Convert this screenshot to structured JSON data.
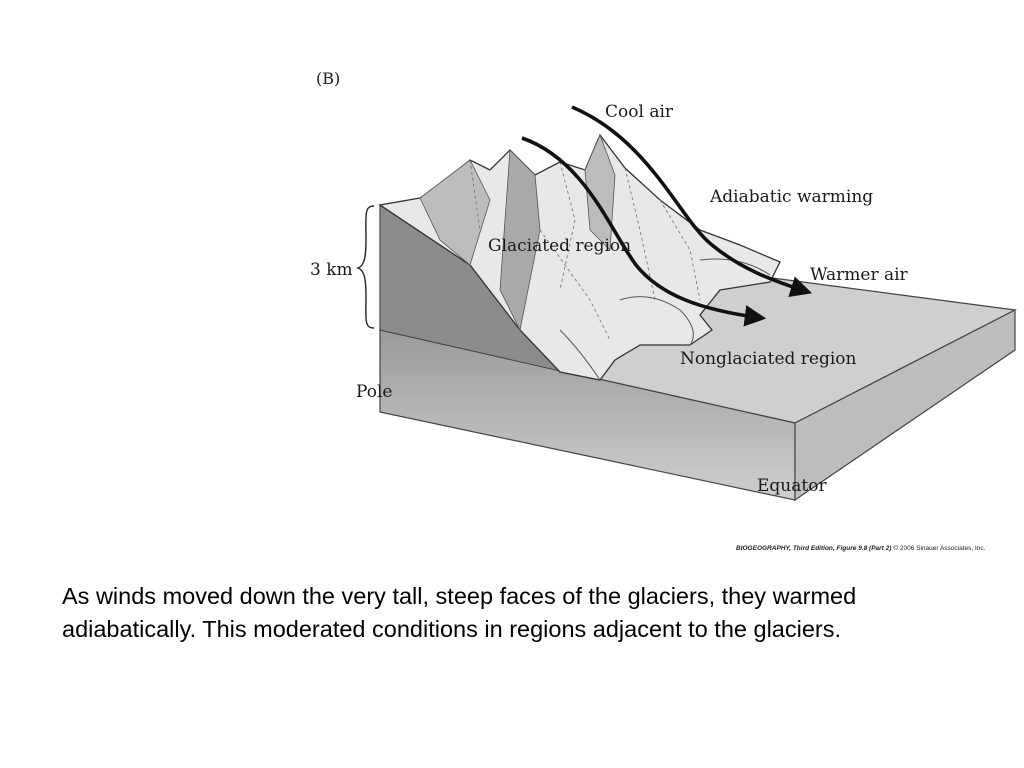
{
  "figure": {
    "panel_label": "(B)",
    "labels": {
      "cool_air": "Cool air",
      "adiabatic_warming": "Adiabatic warming",
      "glaciated_region": "Glaciated region",
      "warmer_air": "Warmer air",
      "nonglaciated_region": "Nonglaciated region",
      "height": "3 km",
      "pole": "Pole",
      "equator": "Equator"
    },
    "credit": {
      "book_title": "BIOGEOGRAPHY, Third Edition,",
      "figure_ref": "Figure 9.8 (Part 2)",
      "copyright": "© 2006 Sinauer Associates, Inc."
    }
  },
  "caption": "As winds moved down the very tall, steep faces of the glaciers, they warmed adiabatically.  This moderated conditions in regions adjacent to the glaciers."
}
